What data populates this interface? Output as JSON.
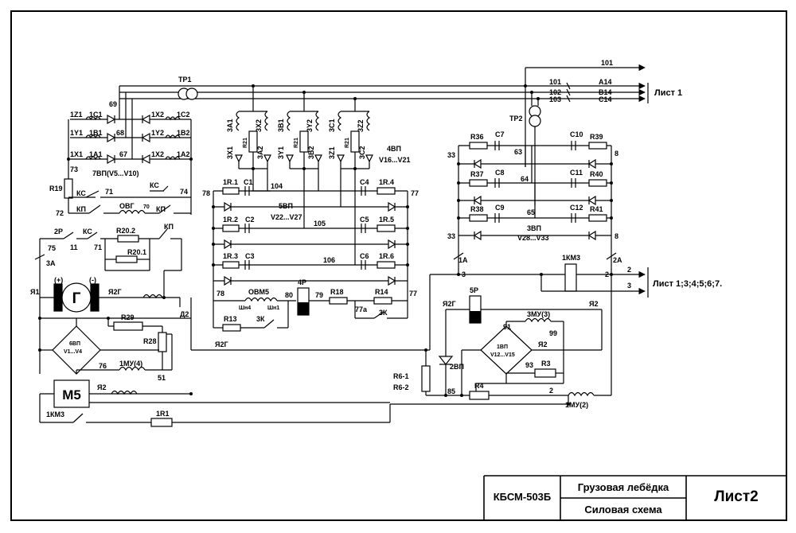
{
  "title_block": {
    "code": "КБСМ-503Б",
    "title": "Грузовая лебёдка",
    "subtitle": "Силовая схема",
    "sheet": "Лист2"
  },
  "sheet_refs": {
    "top": "Лист 1",
    "bottom": "Лист 1;3;4;5;6;7."
  },
  "bus": {
    "wire_101": "101",
    "a_101": "101",
    "a_102": "102",
    "a_103": "103",
    "a14": "A14",
    "b14": "B14",
    "c14": "C14"
  },
  "transformers": {
    "tp1": "ТР1",
    "tp2": "ТР2"
  },
  "left_rectifier": {
    "w69": "69",
    "w68": "68",
    "w67": "67",
    "z1": "1Z1",
    "y1": "1Y1",
    "x1": "1X1",
    "c1": "1C1",
    "b1": "1B1",
    "a1": "1A1",
    "x2a": "1X2",
    "y2": "1Y2",
    "x2b": "1X2",
    "c2": "1C2",
    "b2": "1B2",
    "a2": "1A2",
    "group": "7ВП(V5...V10)",
    "r19": "R19",
    "w73": "73"
  },
  "field_circuit": {
    "ks1": "КС",
    "ks2": "КС",
    "ks3": "КС",
    "kp1": "КП",
    "kp2": "КП",
    "kp3": "КП",
    "w71a": "71",
    "w71b": "71",
    "w72": "72",
    "w74": "74",
    "w70": "70",
    "ovg": "ОВГ",
    "r20_2": "R20.2",
    "r20_1": "R20.1",
    "p2": "2Р",
    "w11": "11",
    "w75": "75",
    "a3": "3А"
  },
  "generator": {
    "g": "Г",
    "plus": "(+)",
    "minus": "(-)",
    "ya1": "Я1",
    "ya2g": "Я2Г",
    "d2": "Д2"
  },
  "bridge6": {
    "name": "6ВП",
    "range": "V1...V4",
    "r29": "R29",
    "r28": "R28",
    "w76": "76",
    "w51": "51",
    "mu4": "1МУ(4)"
  },
  "motor": {
    "m5": "М5",
    "ya2": "Я2",
    "km3": "1КМ3",
    "r1": "1R1"
  },
  "phase_pairs": {
    "a1": "3A1",
    "x2a": "3X2",
    "x1": "3X1",
    "a2": "3A2",
    "b1": "3B1",
    "y2": "3Y2",
    "y1": "3Y1",
    "b2": "3B2",
    "c1": "3C1",
    "z2": "3Z2",
    "z1": "3Z1",
    "c2": "3C2",
    "r21a": "R21",
    "r21b": "R21",
    "r21c": "R21",
    "vp4": "4ВП",
    "vp4range": "V16...V21"
  },
  "rc_bank_5": {
    "r1_1": "1R.1",
    "r1_2": "1R.2",
    "r1_3": "1R.3",
    "r1_4": "1R.4",
    "r1_5": "1R.5",
    "r1_6": "1R.6",
    "c1": "C1",
    "c2": "C2",
    "c3": "C3",
    "c4": "C4",
    "c5": "C5",
    "c6": "C6",
    "w104": "104",
    "w105": "105",
    "w106": "106",
    "w78a": "78",
    "w78b": "78",
    "w77a": "77",
    "w77b": "77",
    "vp5": "5ВП",
    "vp5range": "V22...V27"
  },
  "bottom_mid": {
    "ovm5": "ОВМ5",
    "sh4": "Шн4",
    "sh1": "Шн1",
    "r13": "R13",
    "k3a": "3К",
    "k3b": "3К",
    "w80": "80",
    "w79": "79",
    "p4": "4Р",
    "r18": "R18",
    "r14": "R14",
    "w77a": "77а"
  },
  "rc_bank_3": {
    "r36": "R36",
    "r37": "R37",
    "r38": "R38",
    "r39": "R39",
    "r40": "R40",
    "r41": "R41",
    "c7": "C7",
    "c8": "C8",
    "c9": "C9",
    "c10": "C10",
    "c11": "C11",
    "c12": "C12",
    "w63": "63",
    "w64": "64",
    "w65": "65",
    "w33a": "33",
    "w33b": "33",
    "w8a": "8",
    "w8b": "8",
    "vp3": "3ВП",
    "vp3range": "V28...V33"
  },
  "right_lower": {
    "a1": "1А",
    "a2": "2А",
    "km3": "1КМ3",
    "w3a": "3",
    "w2a": "2",
    "w2b": "2",
    "w3b": "3",
    "p5": "5Р",
    "ya2g": "Я2Г",
    "ya2a": "Я2",
    "ya2b": "Я2",
    "w91": "91",
    "w99": "99",
    "mu3": "3МУ(3)",
    "vp1": "1ВП",
    "vp1range": "V12...V15",
    "w93": "93",
    "r3": "R3",
    "r6_1": "R6-1",
    "r6_2": "R6-2",
    "vp2": "2ВП",
    "w85": "85",
    "r4": "R4",
    "w2c": "2",
    "mu2": "1МУ(2)"
  }
}
